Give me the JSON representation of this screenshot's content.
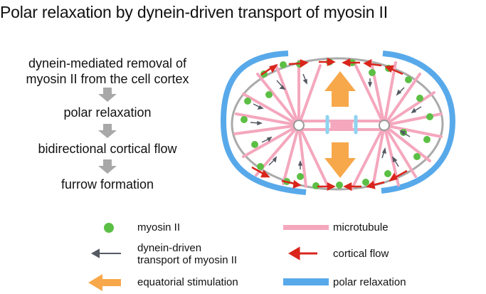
{
  "title": "Polar relaxation by dynein-driven transport of myosin II",
  "flow_steps": [
    "dynein-mediated removal of\nmyosin II from the cell cortex",
    "polar relaxation",
    "bidirectional cortical flow",
    "furrow formation"
  ],
  "legend": {
    "myosin": "myosin II",
    "microtubule": "microtubule",
    "dynein_transport": "dynein-driven\ntransport of myosin II",
    "cortical_flow": "cortical flow",
    "equatorial": "equatorial stimulation",
    "polar": "polar relaxation"
  },
  "colors": {
    "myosin": "#5cbf45",
    "microtubule": "#f4a7bd",
    "dynein_arrow": "#555a63",
    "cortical_flow": "#d9251c",
    "equatorial": "#f7a84a",
    "polar": "#58a9ea",
    "spindle_midzone": "#8fd3f0",
    "cortex": "#aaaaaa"
  }
}
